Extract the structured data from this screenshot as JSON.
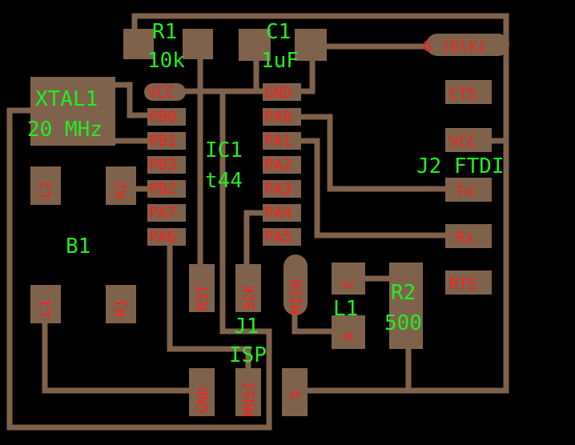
{
  "components": {
    "r1": {
      "ref": "R1",
      "value": "10k"
    },
    "c1": {
      "ref": "C1",
      "value": "1uF"
    },
    "xtal1": {
      "ref": "XTAL1",
      "value": "20 MHz"
    },
    "ic1": {
      "ref": "IC1",
      "value": "t44"
    },
    "j2": {
      "ref": "J2 FTDI"
    },
    "b1": {
      "ref": "B1"
    },
    "j1": {
      "ref": "J1",
      "value": "ISP"
    },
    "l1": {
      "ref": "L1"
    },
    "r2": {
      "ref": "R2",
      "value": "500"
    }
  },
  "ic1_left_pins": [
    "VCC",
    "PB0",
    "PB1",
    "PB3",
    "PB2",
    "PA7",
    "PA6"
  ],
  "ic1_right_pins": [
    "GND",
    "PA0",
    "PA1",
    "PA2",
    "PA3",
    "PA4",
    "PA5"
  ],
  "ftdi_pins": {
    "gnd": "G (blk)",
    "cts": "CTS",
    "vcc": "VCC",
    "tx": "Tx",
    "rx": "Rx",
    "rts": "RTS"
  },
  "isp_pins": {
    "rst": "RST",
    "sck": "SCK",
    "miso": "MISO",
    "mosi": "MOSI",
    "gnd": "GND",
    "v": "V"
  },
  "resonator_pads": {
    "l2": "L2",
    "r2": "R2",
    "l1": "L1",
    "r1": "R1"
  },
  "led_pads": {
    "c": "C",
    "a": "A"
  },
  "colors": {
    "background": "#000000",
    "copper": "#7f624c",
    "pad_label": "#ff1e1e",
    "component_label": "#22ee22"
  }
}
